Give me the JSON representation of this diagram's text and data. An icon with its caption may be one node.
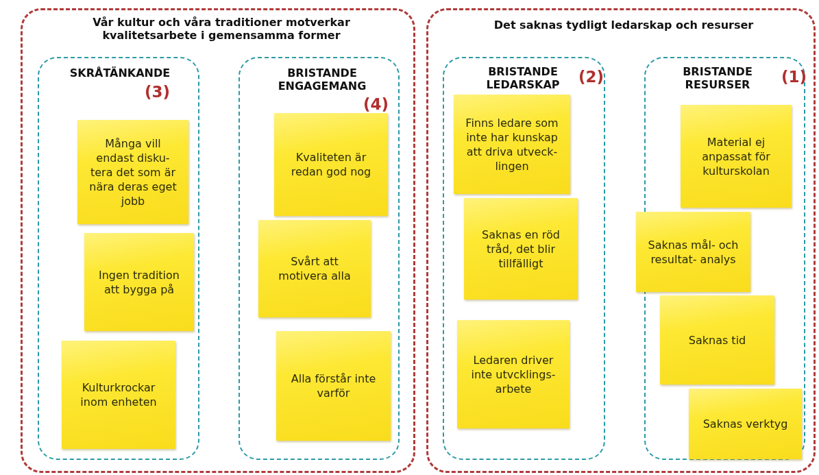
{
  "diagram": {
    "nodes": [
      {
        "text": [
          "Vår kultur och våra traditioner motverkar kvalitetsarbete i gemensamma former"
        ]
      },
      {
        "text": [
          "SKRÅTÄNKANDE",
          "(3)"
        ],
        "in": 0
      },
      {
        "text": [
          "Många vill endast disku- tera det som är nära deras eget jobb"
        ],
        "in": 1
      },
      {
        "text": [
          "Ingen tradition att bygga på"
        ],
        "in": 1
      },
      {
        "text": [
          "Kulturkrockar inom enheten"
        ],
        "in": 1
      },
      {
        "text": [
          "BRISTANDE ENGAGEMANG",
          "(4)"
        ],
        "in": 0
      },
      {
        "text": [
          "Kvaliteten är redan god nog"
        ],
        "in": 5
      },
      {
        "text": [
          "Svårt att motivera alla"
        ],
        "in": 5
      },
      {
        "text": [
          "Alla förstår inte varför"
        ],
        "in": 5
      },
      {
        "text": [
          "Det saknas tydligt ledarskap och resurser"
        ]
      },
      {
        "text": [
          "BRISTANDE LEDARSKAP",
          "(2)"
        ],
        "in": 9
      },
      {
        "text": [
          "Finns ledare som inte har kunskap att driva utveck- lingen"
        ],
        "in": 10
      },
      {
        "text": [
          "Saknas en röd tråd, det blir tillfälligt"
        ],
        "in": 10
      },
      {
        "text": [
          "Ledaren driver inte utvcklings- arbete"
        ],
        "in": 10
      },
      {
        "text": [
          "BRISTANDE RESURSER",
          "(1)"
        ],
        "in": 9
      },
      {
        "text": [
          "Material ej anpassat för kulturskolan"
        ],
        "in": 14
      },
      {
        "text": [
          "Saknas mål- och resultat- analys"
        ],
        "in": 14
      },
      {
        "text": [
          "Saknas tid"
        ],
        "in": 14
      },
      {
        "text": [
          "Saknas verktyg"
        ],
        "in": 14
      }
    ],
    "edges": []
  }
}
